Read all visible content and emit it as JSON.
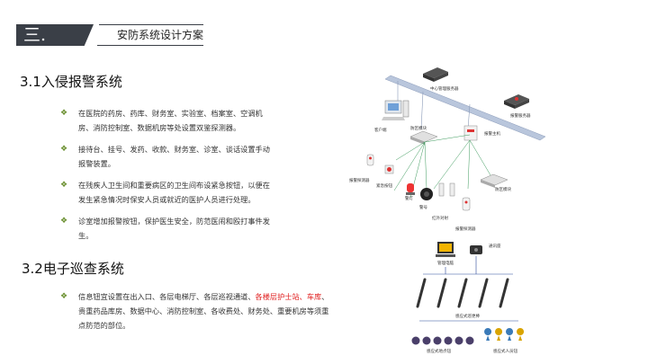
{
  "header": {
    "number": "三.",
    "title": "安防系统设计方案"
  },
  "section1": {
    "title": "3.1入侵报警系统",
    "bullets": [
      "在医院的药房、药库、财务室、实验室、档案室、空调机房、消防控制室、数据机房等处设置双鉴探测器。",
      "接待台、挂号、发药、收款、财务室、诊室、谈话设置手动报警装置。",
      "在残疾人卫生间和重要病区的卫生间布设紧急按钮，以便在发生紧急情况时保安人员或就近的医护人员进行处理。",
      "诊室增加报警按钮，保护医生安全，防范医闹和殴打事件发生。"
    ]
  },
  "section2": {
    "title": "3.2电子巡查系统",
    "bullet_part1": "信息钮宜设置在出入口、各层电梯厅、各层巡视通道、",
    "bullet_red": "各楼层护士站、车库",
    "bullet_part2": "、贵重药品库房、数据中心、消防控制室、各收费处、财务处、重要机房等须重点防范的部位。"
  },
  "diagram1": {
    "labels": {
      "center_server": "中心管理服务器",
      "alarm_server": "报警服务器",
      "client": "客户端",
      "zone_module_1": "防区模块",
      "alarm_host": "报警主机",
      "zone_module_2": "防区模块",
      "detector_1": "报警探测器",
      "emergency_button": "紧急按钮",
      "strobe": "警灯",
      "siren": "警号",
      "ir_beam": "红外对射",
      "detector_2": "报警探测器"
    }
  },
  "diagram2": {
    "labels": {
      "computer": "管理电脑",
      "comm_seat": "通讯座",
      "patrol_stick": "感应式巡更棒",
      "point_button": "感应式地点钮",
      "person_button": "感应式人员钮"
    }
  },
  "colors": {
    "header_bg": "#3a3f47",
    "bullet_mark": "#6a8f2f",
    "highlight": "#e02020"
  }
}
